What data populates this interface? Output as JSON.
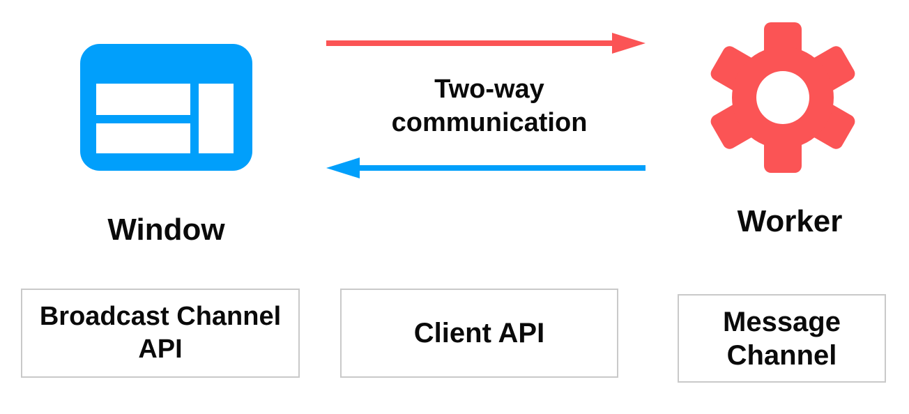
{
  "nodes": {
    "window": {
      "label": "Window",
      "icon": "browser-window-icon"
    },
    "worker": {
      "label": "Worker",
      "icon": "gear-icon"
    }
  },
  "communication": {
    "label": "Two-way communication",
    "arrows": [
      {
        "name": "right-arrow",
        "direction": "window-to-worker",
        "color": "#FB5455"
      },
      {
        "name": "left-arrow",
        "direction": "worker-to-window",
        "color": "#019FFB"
      }
    ]
  },
  "boxes": [
    {
      "label": "Broadcast Channel API"
    },
    {
      "label": "Client API"
    },
    {
      "label": "Message Channel"
    }
  ],
  "colors": {
    "blue": "#019FFB",
    "red": "#FB5455",
    "border": "#C9C9C9",
    "ink": "#0A0A0A"
  }
}
